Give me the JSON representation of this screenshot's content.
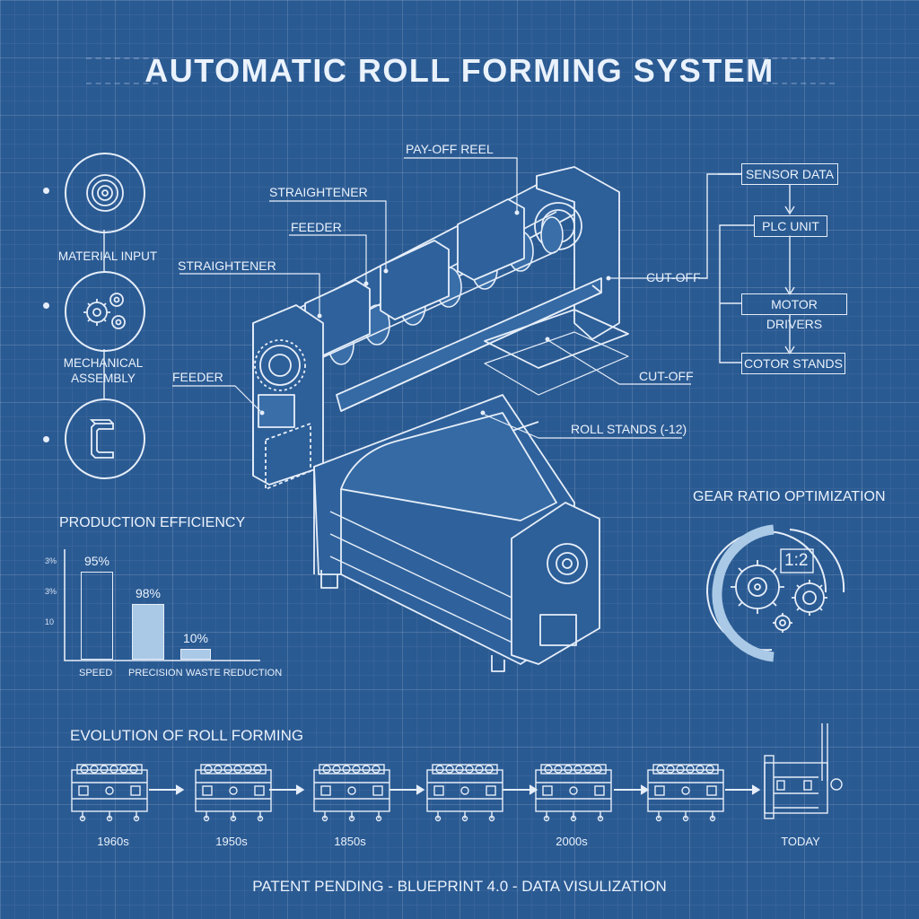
{
  "title": "AUTOMATIC ROLL FORMING SYSTEM",
  "callouts": {
    "payoff_reel": "PAY-OFF REEL",
    "straightener_top": "STRAIGHTENER",
    "feeder_top": "FEEDER",
    "straightener_mid": "STRAIGHTENER",
    "feeder_left": "FEEDER",
    "cutoff_right": "CUT-OFF",
    "cutoff_lower": "CUT-OFF",
    "roll_stands": "ROLL STANDS (-12)"
  },
  "left_panel": [
    {
      "label": "MATERIAL INPUT",
      "icon": "coil-icon"
    },
    {
      "label_line1": "MECHANICAL",
      "label_line2": "ASSEMBLY",
      "icon": "gears-icon"
    },
    {
      "icon": "profile-channel-icon"
    }
  ],
  "control_flow": {
    "boxes": [
      "SENSOR DATA",
      "PLC UNIT",
      "MOTOR DRIVERS",
      "COTOR STANDS"
    ]
  },
  "gear_ratio": {
    "title": "GEAR RATIO OPTIMIZATION",
    "ratio_label": "1:2"
  },
  "production": {
    "title": "PRODUCTION EFFICIENCY",
    "y_ticks": [
      "3%",
      "3%",
      "10"
    ],
    "bars": [
      {
        "category": "SPEED",
        "label": "95%",
        "value": 95
      },
      {
        "category": "PRECISION",
        "label": "98%",
        "value": 98
      },
      {
        "category": "WASTE REDUCTION",
        "label": "10%",
        "value": 10
      }
    ]
  },
  "chart_data": {
    "type": "bar",
    "title": "PRODUCTION EFFICIENCY",
    "categories": [
      "SPEED",
      "PRECISION",
      "WASTE REDUCTION"
    ],
    "values": [
      95,
      98,
      10
    ],
    "data_labels": [
      "95%",
      "98%",
      "10%"
    ]
  },
  "evolution": {
    "title": "EVOLUTION OF ROLL FORMING",
    "labels": [
      "1960s",
      "1950s",
      "1850s",
      "2000s",
      "TODAY"
    ]
  },
  "footer": "PATENT PENDING - BLUEPRINT 4.0 - DATA VISULIZATION",
  "colors": {
    "background": "#2a5a92",
    "line": "#e6eef9",
    "accent_fill": "#a9c9e6"
  }
}
